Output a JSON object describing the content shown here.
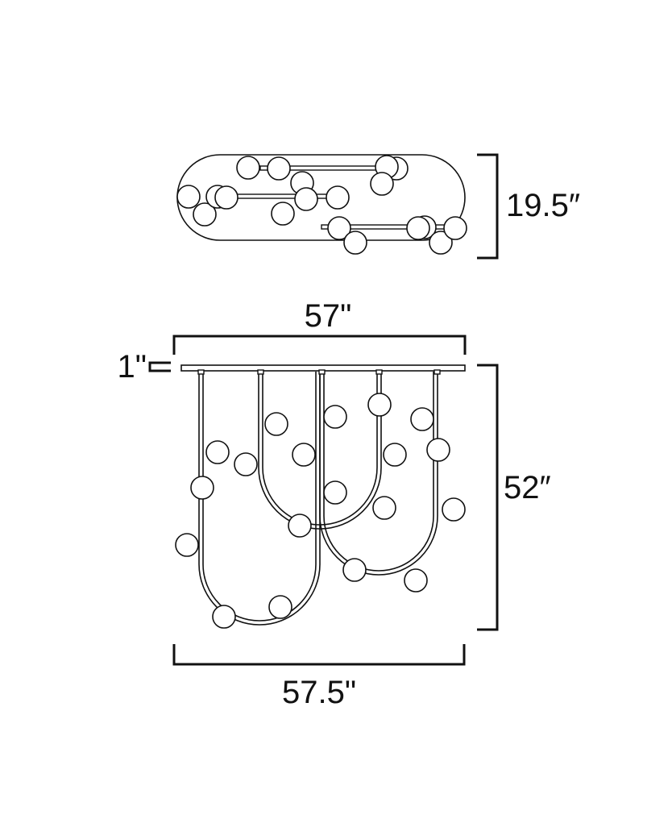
{
  "dimensions": {
    "canopy_depth": "19.5″",
    "canopy_width": "57\"",
    "canopy_height": "1\"",
    "overall_height": "52″",
    "overall_width": "57.5\""
  },
  "colors": {
    "line": "#111111",
    "background": "#ffffff"
  }
}
